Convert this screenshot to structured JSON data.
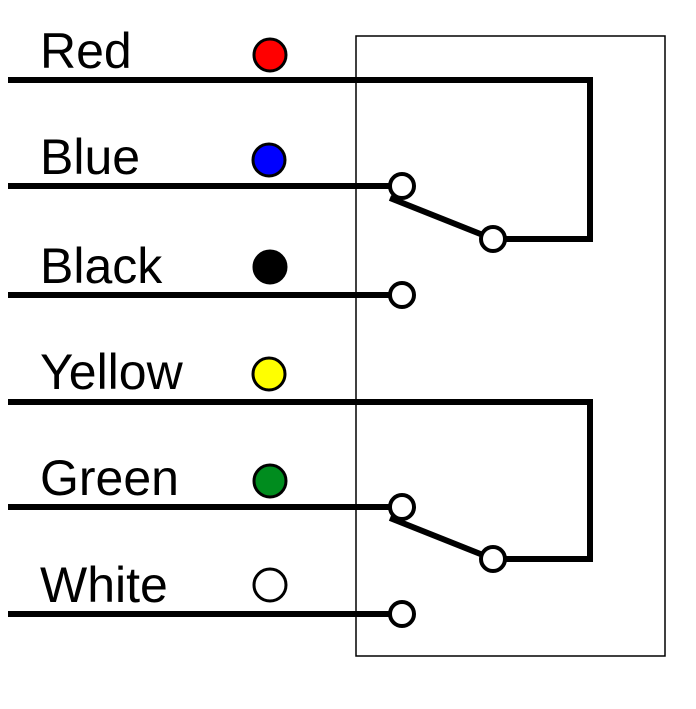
{
  "wires": [
    {
      "label": "Red",
      "color": "#ff0000"
    },
    {
      "label": "Blue",
      "color": "#0000ff"
    },
    {
      "label": "Black",
      "color": "#000000"
    },
    {
      "label": "Yellow",
      "color": "#ffff00"
    },
    {
      "label": "Green",
      "color": "#008c1e"
    },
    {
      "label": "White",
      "color": "#ffffff"
    }
  ]
}
